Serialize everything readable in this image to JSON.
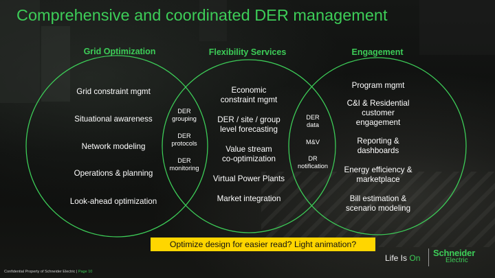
{
  "title": "Comprehensive and coordinated DER management",
  "columns": {
    "grid": {
      "heading": "Grid Optimization",
      "items": [
        "Grid constraint mgmt",
        "Situational awareness",
        "Network modeling",
        "Operations & planning",
        "Look-ahead optimization"
      ]
    },
    "flex": {
      "heading": "Flexibility Services",
      "items": [
        [
          "Economic",
          "constraint mgmt"
        ],
        [
          "DER / site / group",
          "level forecasting"
        ],
        [
          "Value stream",
          "co-optimization"
        ],
        [
          "Virtual Power Plants"
        ],
        [
          "Market integration"
        ]
      ]
    },
    "engage": {
      "heading": "Engagement",
      "items": [
        [
          "Program mgmt"
        ],
        [
          "C&I & Residential",
          "customer",
          "engagement"
        ],
        [
          "Reporting &",
          "dashboards"
        ],
        [
          "Energy efficiency &",
          "marketplace"
        ],
        [
          "Bill estimation &",
          "scenario modeling"
        ]
      ]
    }
  },
  "overlap_left": [
    [
      "DER",
      "grouping"
    ],
    [
      "DER",
      "protocols"
    ],
    [
      "DER",
      "monitoring"
    ]
  ],
  "overlap_right": [
    [
      "DER",
      "data"
    ],
    [
      "M&V"
    ],
    [
      "DR",
      "notification"
    ]
  ],
  "callout": "Optimize design for easier read? Light animation?",
  "footer": {
    "text": "Confidential Property of Schneider Electric |",
    "page": "Page 10"
  },
  "branding": {
    "tagline_life": "Life Is ",
    "tagline_on": "On",
    "logo_line1": "Schneider",
    "logo_line2": "Electric"
  },
  "colors": {
    "accent": "#3dcd58",
    "callout_bg": "#ffd600",
    "circle_stroke": "#3dcd58"
  }
}
